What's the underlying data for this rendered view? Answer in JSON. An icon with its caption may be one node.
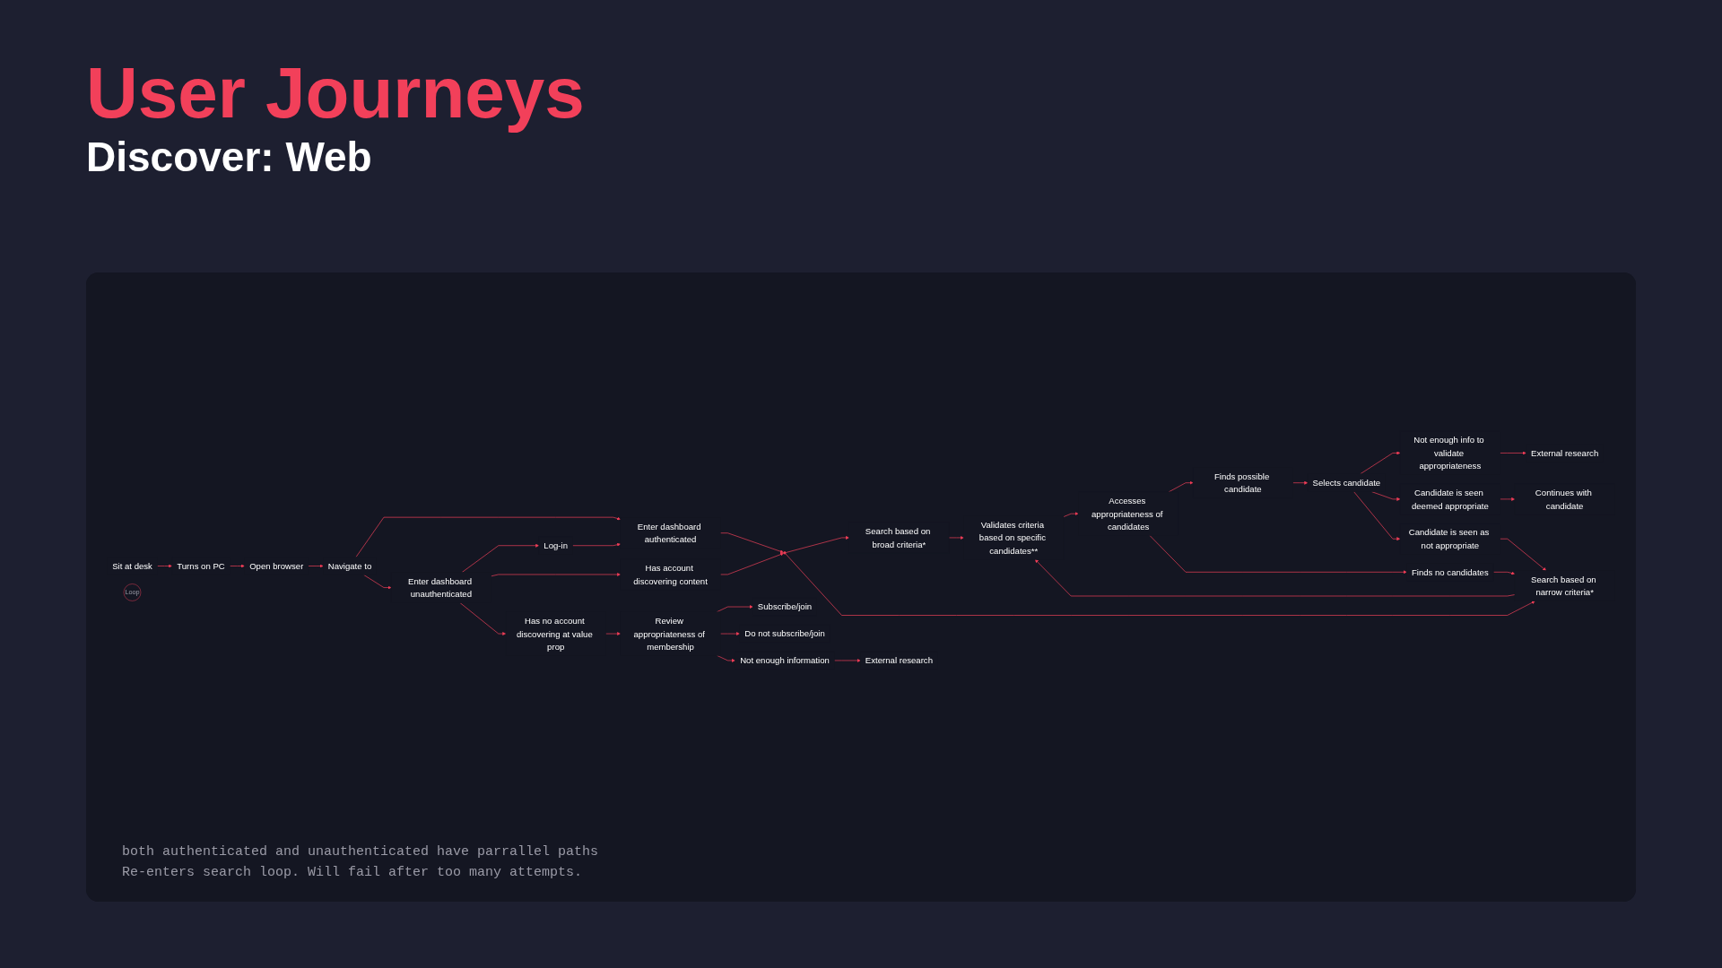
{
  "diagram": {
    "title": "User Journeys",
    "nodes": [
      {
        "text": [
          "Sit at desk"
        ]
      },
      {
        "text": [
          "Turns on PC"
        ]
      },
      {
        "text": [
          "Open browser"
        ]
      },
      {
        "text": [
          "Navigate to"
        ]
      },
      {
        "text": [
          "Enter dashboard authenticated"
        ]
      },
      {
        "text": [
          "Enter dashboard unauthenticated"
        ]
      },
      {
        "text": [
          "Log-in"
        ]
      },
      {
        "text": [
          "Has account discovering content"
        ]
      },
      {
        "text": [],
        "shape": "circle"
      },
      {
        "text": [
          "Search based on broad criteria*"
        ]
      },
      {
        "text": [
          "Loop"
        ]
      },
      {
        "text": [
          "Search based on narrow criteria*"
        ]
      },
      {
        "text": [
          "Validates criteria based on specific candidates**"
        ]
      },
      {
        "text": [
          "Accesses appropriateness of candidates"
        ]
      },
      {
        "text": [
          "Finds possible candidate"
        ]
      },
      {
        "text": [
          "Finds no candidates"
        ]
      },
      {
        "text": [
          "Selects candidate"
        ]
      },
      {
        "text": [
          "Not enough info to validate appropriateness"
        ]
      },
      {
        "text": [
          "Candidate is seen deemed appropriate"
        ]
      },
      {
        "text": [
          "Candidate is seen as not appropriate"
        ]
      },
      {
        "text": [
          "External research"
        ]
      },
      {
        "text": [
          "Continues with candidate"
        ]
      },
      {
        "text": [
          "Has no account discovering at value prop"
        ]
      },
      {
        "text": [
          "Review appropriateness of membership"
        ]
      },
      {
        "text": [
          "Subscribe/join"
        ]
      },
      {
        "text": [
          "Do not subscribe/join"
        ]
      },
      {
        "text": [
          "Not enough information"
        ]
      },
      {
        "text": [
          "External research"
        ]
      }
    ],
    "edges": [
      {
        "from": 0,
        "to": 1,
        "arrow": "to"
      },
      {
        "from": 1,
        "to": 2,
        "arrow": "to"
      },
      {
        "from": 2,
        "to": 3,
        "arrow": "to"
      },
      {
        "from": 3,
        "to": 4,
        "arrow": "to"
      },
      {
        "from": 3,
        "to": 5,
        "arrow": "to"
      },
      {
        "from": 5,
        "to": 6,
        "arrow": "to"
      },
      {
        "from": 5,
        "to": 7,
        "arrow": "to"
      },
      {
        "from": 5,
        "to": 22,
        "arrow": "to"
      },
      {
        "from": 6,
        "to": 4,
        "arrow": "to"
      },
      {
        "from": 4,
        "to": 8,
        "arrow": "to"
      },
      {
        "from": 7,
        "to": 8,
        "arrow": "to"
      },
      {
        "from": 8,
        "to": 9,
        "arrow": "to"
      },
      {
        "from": 8,
        "to": 11,
        "arrow": "to"
      },
      {
        "from": 9,
        "to": 12,
        "arrow": "to"
      },
      {
        "from": 11,
        "to": 12,
        "arrow": "to"
      },
      {
        "from": 12,
        "to": 13,
        "arrow": "to"
      },
      {
        "from": 13,
        "to": 14,
        "arrow": "to"
      },
      {
        "from": 13,
        "to": 15,
        "arrow": "to"
      },
      {
        "from": 14,
        "to": 16,
        "arrow": "to"
      },
      {
        "from": 16,
        "to": 17,
        "arrow": "to"
      },
      {
        "from": 16,
        "to": 18,
        "arrow": "to"
      },
      {
        "from": 16,
        "to": 19,
        "arrow": "to"
      },
      {
        "from": 17,
        "to": 20,
        "arrow": "to"
      },
      {
        "from": 18,
        "to": 21,
        "arrow": "to"
      },
      {
        "from": 15,
        "to": 11,
        "arrow": "to"
      },
      {
        "from": 19,
        "to": 11,
        "arrow": "to"
      },
      {
        "from": 22,
        "to": 23,
        "arrow": "to"
      },
      {
        "from": 23,
        "to": 24,
        "arrow": "to"
      },
      {
        "from": 23,
        "to": 25,
        "arrow": "to"
      },
      {
        "from": 23,
        "to": 26,
        "arrow": "to"
      },
      {
        "from": 26,
        "to": 27,
        "arrow": "to"
      }
    ],
    "labels": [
      "Discover: Web",
      "both authenticated and unauthenticated have parrallel paths",
      "Re-enters search loop. Will fail after too many attempts."
    ]
  }
}
